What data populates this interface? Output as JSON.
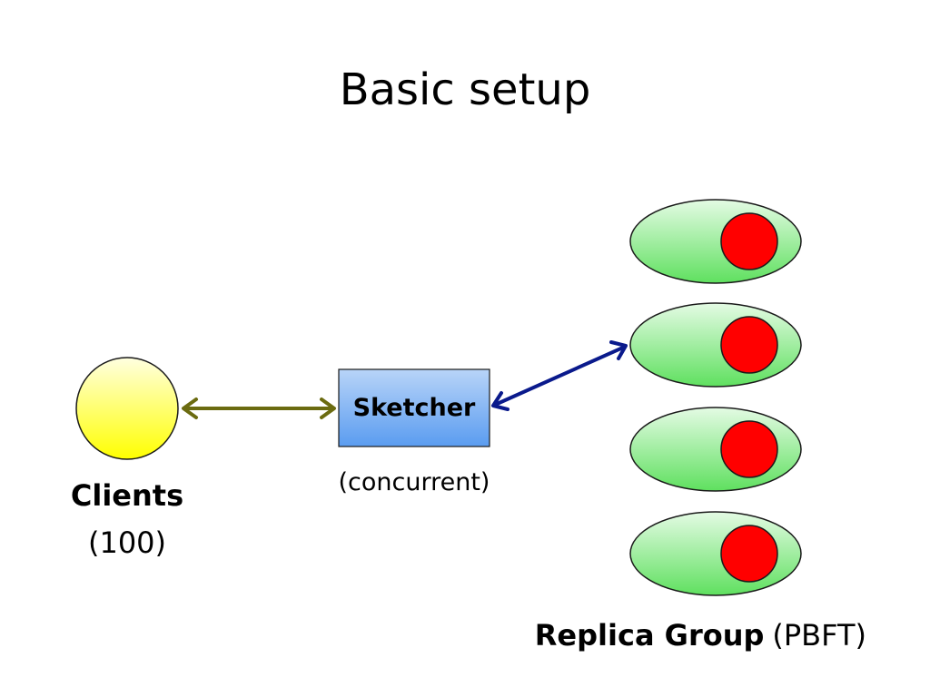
{
  "slide": {
    "title": "Basic setup"
  },
  "clients": {
    "name": "Clients",
    "count": "(100)"
  },
  "sketcher": {
    "name": "Sketcher",
    "note": "(concurrent)"
  },
  "replica_group": {
    "name": "Replica Group",
    "protocol": "(PBFT)",
    "replica_count": 4
  },
  "colors": {
    "clients_fill_top": "#ffffe0",
    "clients_fill_bottom": "#ffff00",
    "sketcher_fill_top": "#b8d4f8",
    "sketcher_fill_bottom": "#5a9cf0",
    "replica_fill_top": "#e4fbe4",
    "replica_fill_bottom": "#5fe05f",
    "replica_dot": "#ff0000",
    "client_arrow": "#6b6b10",
    "replica_arrow": "#0a1a8c"
  }
}
